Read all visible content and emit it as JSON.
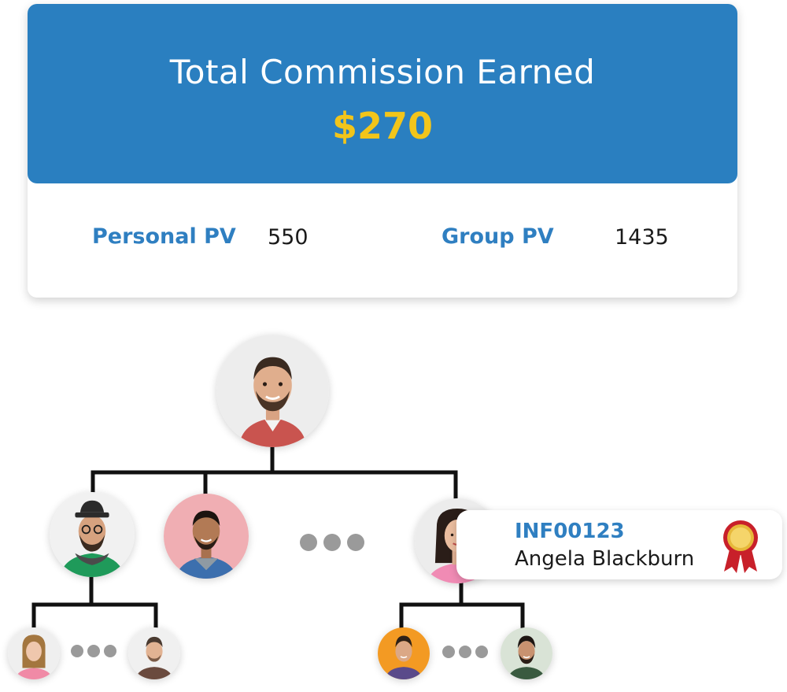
{
  "colors": {
    "primary_blue": "#2a7fc0",
    "gold": "#f2c51a",
    "label_blue": "#2f7fc1",
    "connector": "#111111",
    "dot_gray": "#9a9a9a"
  },
  "commission": {
    "title": "Total Commission Earned",
    "amount": "$270",
    "personal_pv_label": "Personal PV",
    "personal_pv_value": "550",
    "group_pv_label": "Group PV",
    "group_pv_value": "1435"
  },
  "member": {
    "id": "INF00123",
    "name": "Angela Blackburn",
    "badge_icon": "award-ribbon-icon"
  },
  "tree": {
    "root": "root-member-avatar",
    "level1": [
      "member-avatar-1",
      "member-avatar-2",
      "member-avatar-3"
    ],
    "level2": [
      "member-avatar-1a",
      "member-avatar-1b",
      "member-avatar-3a",
      "member-avatar-3b"
    ]
  }
}
